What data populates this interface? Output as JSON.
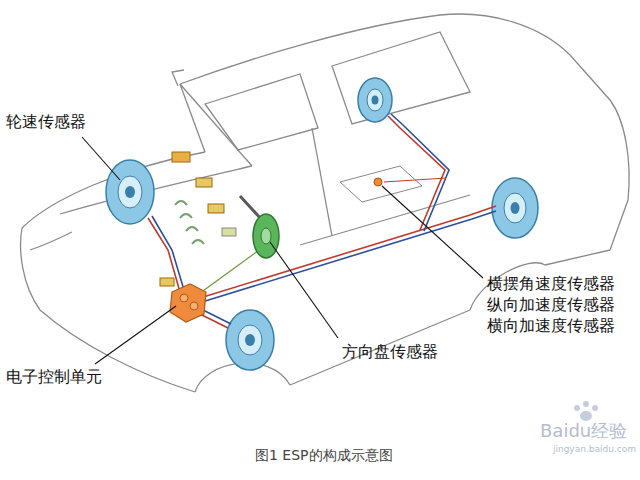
{
  "diagram": {
    "caption": "图1 ESP的构成示意图",
    "labels": [
      "轮速传感器",
      "电子控制单元",
      "方向盘传感器",
      "横摆角速度传感器",
      "纵向加速度传感器",
      "横向加速度传感器",
      "Baidu经验",
      "jingyan.baidu.com"
    ]
  }
}
